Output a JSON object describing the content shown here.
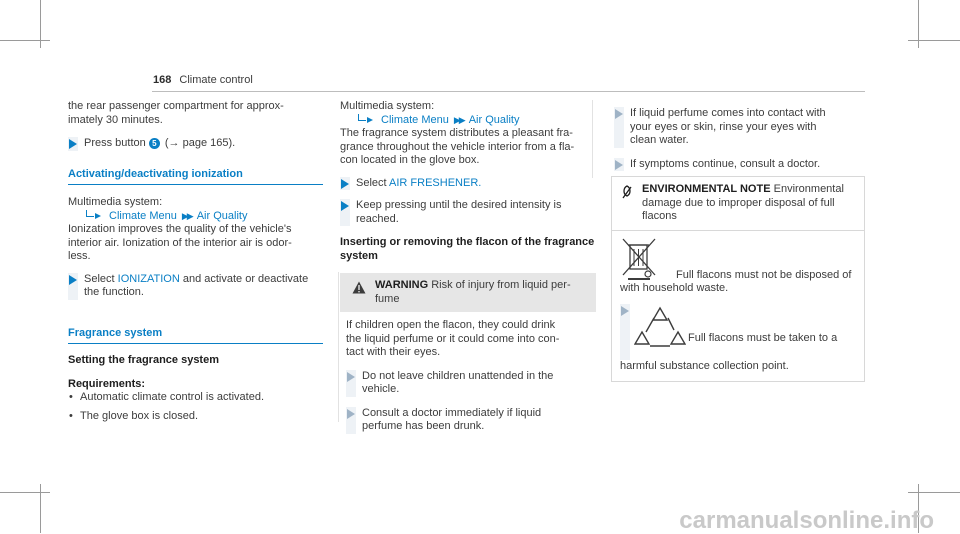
{
  "header": {
    "page_number": "168",
    "section": "Climate control"
  },
  "col1": {
    "intro": [
      "the rear passenger compartment for approx-",
      "imately 30 minutes."
    ],
    "press_prefix": "Press button",
    "button_number": "5",
    "press_ref": "(→ page 165).",
    "ion_heading": "Activating/deactivating ionization",
    "ion_multimedia": "Multimedia system:",
    "ion_path_1": "Climate Menu",
    "ion_path_2": "Air Quality",
    "ion_text": [
      "Ionization improves the quality of the vehicle's",
      "interior air. Ionization of the interior air is odor-",
      "less."
    ],
    "ion_step_prefix": "Select",
    "ion_step_keyword": "IONIZATION",
    "ion_step_rest": "and activate or deactivate",
    "ion_step_line2": "the function.",
    "frag_heading": "Fragrance system",
    "setting_heading": "Setting the fragrance system",
    "req_label": "Requirements:",
    "req_items": [
      "Automatic climate control is activated.",
      "The glove box is closed."
    ]
  },
  "col2": {
    "multimedia": "Multimedia system:",
    "path_1": "Climate Menu",
    "path_2": "Air Quality",
    "text": [
      "The fragrance system distributes a pleasant fra-",
      "grance throughout the vehicle interior from a fla-",
      "con located in the glove box."
    ],
    "step1_prefix": "Select",
    "step1_keyword": "AIR FRESHENER.",
    "step2": [
      "Keep pressing until the desired intensity is",
      "reached."
    ],
    "inserting_heading": [
      "Inserting or removing the flacon of the fragrance",
      "system"
    ],
    "warning_label": "WARNING",
    "warning_head": "Risk of injury from liquid per-",
    "warning_head2": "fume",
    "warning_text": [
      "If children open the flacon, they could drink",
      "the liquid perfume or it could come into con-",
      "tact with their eyes."
    ],
    "warn_step1": [
      "Do not leave children unattended in the",
      "vehicle."
    ],
    "warn_step2": [
      "Consult a doctor immediately if liquid",
      "perfume has been drunk."
    ]
  },
  "col3": {
    "step1": [
      "If liquid perfume comes into contact with",
      "your eyes or skin, rinse your eyes with",
      "clean water."
    ],
    "step2": "If symptoms continue, consult a doctor.",
    "env_label": "ENVIRONMENTAL NOTE",
    "env_head": "Environmental",
    "env_head2": [
      "damage due to improper disposal of full",
      "flacons"
    ],
    "env_text1": "Full flacons must not be disposed of",
    "env_text1b": "with household waste.",
    "env_text2": "Full flacons must be taken to a",
    "env_text2b": "harmful substance collection point."
  },
  "watermark": "carmanualsonline.info",
  "colors": {
    "accent": "#0a7fc5",
    "text": "#3c3c3c",
    "warning_bg": "#e6e6e6"
  }
}
